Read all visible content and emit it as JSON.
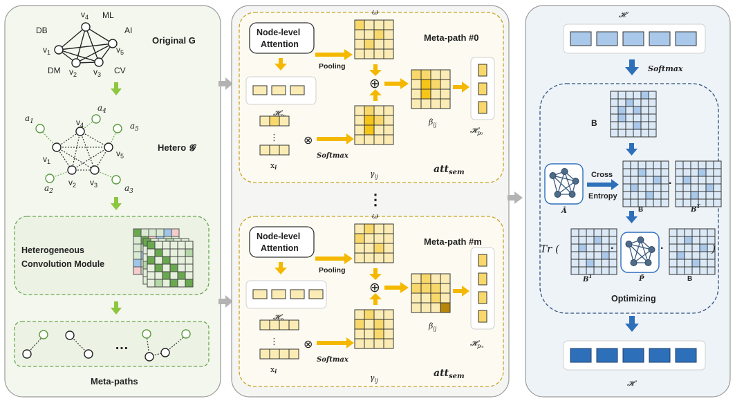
{
  "left_panel": {
    "graph_nodes": {
      "v1": "v",
      "v1_sub": "1",
      "v2": "v",
      "v2_sub": "2",
      "v3": "v",
      "v3_sub": "3",
      "v4": "v",
      "v4_sub": "4",
      "v5": "v",
      "v5_sub": "5"
    },
    "graph_tags": {
      "db": "DB",
      "ml": "ML",
      "ai": "AI",
      "dm": "DM",
      "cv": "CV"
    },
    "original_label": "Original G",
    "attr_nodes": {
      "a1": "a",
      "a1_sub": "1",
      "a2": "a",
      "a2_sub": "2",
      "a3": "a",
      "a3_sub": "3",
      "a4": "a",
      "a4_sub": "4",
      "a5": "a",
      "a5_sub": "5"
    },
    "hetero_label": "Hetero ",
    "hetero_symbol": "𝓖",
    "module_title_line1": "Heterogeneous",
    "module_title_line2": "Convolution Module",
    "ellipsis": "…",
    "metapaths_label": "Meta-paths"
  },
  "middle_panel": {
    "blocks": [
      {
        "title": "Meta-path #0",
        "node_attention_line1": "Node-level",
        "node_attention_line2": "Attention",
        "pooling": "Pooling",
        "omega": "ω",
        "h_label": "𝓗",
        "h_sub": "p₀",
        "x_label": "x",
        "x_sub": "i",
        "x_dots": "⋮",
        "otimes": "⊗",
        "oplus": "⊕",
        "softmax": "Softmax",
        "gamma": "γ",
        "gamma_sub": "ij",
        "beta": "β",
        "beta_sub": "ij",
        "out_h": "𝓗",
        "out_sub": "p₀",
        "att_sem": "att",
        "att_sem_sub": "sem"
      },
      {
        "title": "Meta-path #m",
        "node_attention_line1": "Node-level",
        "node_attention_line2": "Attention",
        "pooling": "Pooling",
        "omega": "ω",
        "h_label": "𝓗",
        "h_sub": "pₘ",
        "x_label": "x",
        "x_sub": "i",
        "x_dots": "⋮",
        "otimes": "⊗",
        "oplus": "⊕",
        "softmax": "Softmax",
        "gamma": "γ",
        "gamma_sub": "ij",
        "beta": "β",
        "beta_sub": "ij",
        "out_h": "𝓗",
        "out_sub": "pₘ",
        "att_sem": "att",
        "att_sem_sub": "sem"
      }
    ],
    "vertical_dots": "⋮"
  },
  "right_panel": {
    "h_prime": "𝓗′",
    "softmax": "Softmax",
    "b_label": "B",
    "cross": "Cross",
    "entropy": "Entropy",
    "a_tilde": "Ã",
    "b_under": "B",
    "bt_under": "B",
    "bt_sup": "T",
    "dot": "·",
    "tr": "Tr (",
    "close_paren": ")",
    "p_tilde": "P̃",
    "bt2_under": "B",
    "bt2_sup": "T",
    "b2_under": "B",
    "optimizing": "Optimizing",
    "h_final": "𝓗"
  },
  "colors": {
    "left_bg": "#f3f7ee",
    "mid_bg": "#f5f5f3",
    "right_bg": "#eef3f8",
    "yellow_dark": "#f5c518",
    "yellow_light": "#fbecb5",
    "yellow_mid": "#f8d86b",
    "blue_light": "#a9c8ea",
    "blue_dark": "#2e6fba",
    "green": "#8dc63f",
    "dashed_gold": "#c9a227",
    "dashed_blue": "#2b4f7d",
    "dashed_green": "#6aa84f"
  }
}
